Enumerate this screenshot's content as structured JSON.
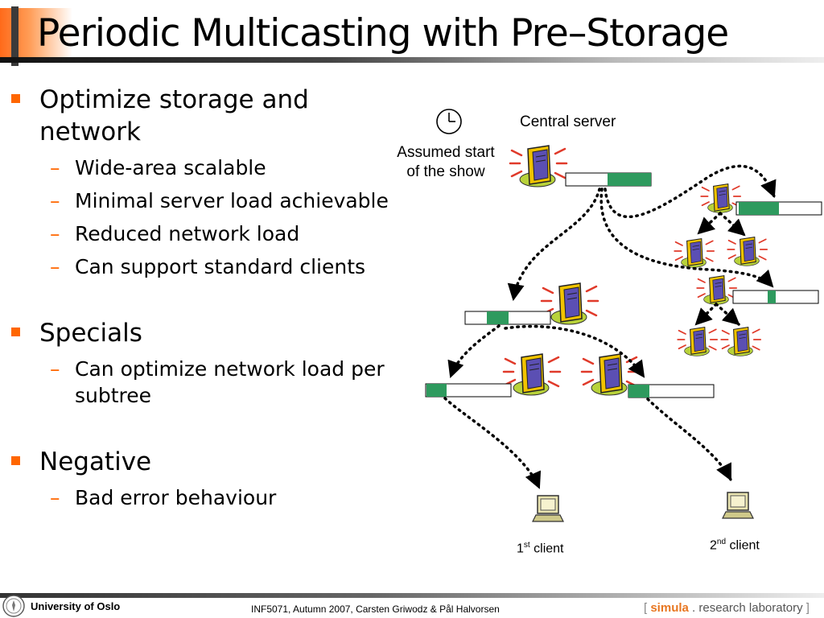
{
  "slide": {
    "title": "Periodic Multicasting with Pre–Storage",
    "bullets": [
      {
        "text": "Optimize storage and network",
        "subs": [
          "Wide-area scalable",
          "Minimal server load achievable",
          "Reduced network load",
          "Can support standard clients"
        ]
      },
      {
        "text": "Specials",
        "subs": [
          "Can optimize network load per subtree"
        ]
      },
      {
        "text": "Negative",
        "subs": [
          "Bad error behaviour"
        ]
      }
    ]
  },
  "diagram": {
    "central_server_label": "Central server",
    "assumed_start_line1": "Assumed start",
    "assumed_start_line2": "of the show",
    "client1_num": "1",
    "client1_sup": "st",
    "client1_word": " client",
    "client2_num": "2",
    "client2_sup": "nd",
    "client2_word": " client",
    "buffer_color": "#2e9a5e",
    "arrow_icon": "dotted-arrow",
    "server_icon": "server-tower-icon",
    "client_icon": "computer-monitor-icon",
    "clock_icon": "clock-icon"
  },
  "footer": {
    "university": "University of Oslo",
    "course": "INF5071,  Autumn 2007,  Carsten Griwodz & Pål Halvorsen",
    "simula_open": "[ ",
    "simula_name": "simula",
    "simula_rest": " . research laboratory ",
    "simula_close": "]"
  }
}
